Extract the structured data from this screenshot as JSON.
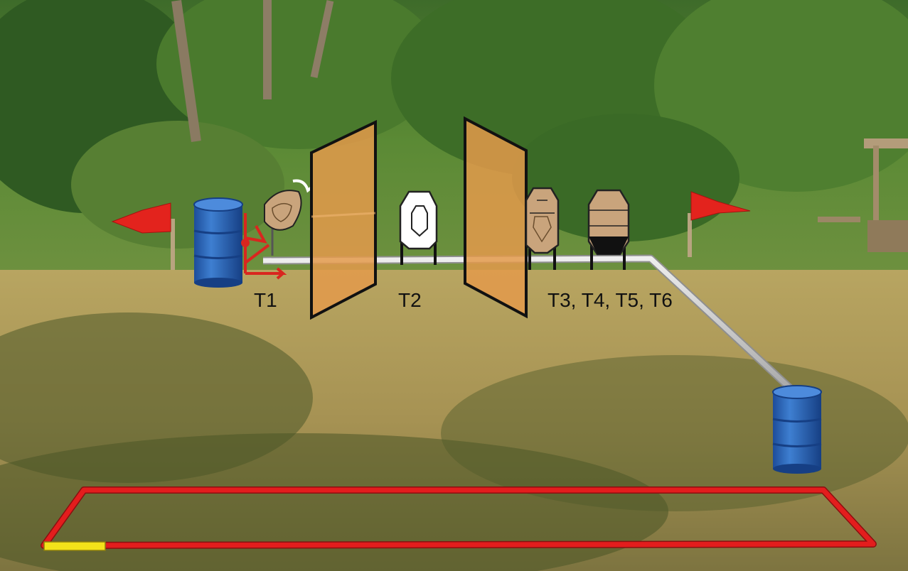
{
  "scene": {
    "kind": "shooting-stage-diagram",
    "target_labels": [
      {
        "text": "T1"
      },
      {
        "text": "T2"
      },
      {
        "text": "T3, T4, T5, T6"
      }
    ],
    "colors": {
      "fault_line": "#e31d1d",
      "start_marker": "#f3e21a",
      "barrel": "#2a63b8",
      "barricade": "#e39a4b",
      "flag": "#e3231d",
      "cardboard_target": "#c9a47c",
      "steel_white": "#ffffff",
      "steel_black": "#111111",
      "mover_rail": "#cfcfcf"
    },
    "icons": [
      "barrel-icon",
      "flag-icon",
      "paper-target-icon",
      "steel-popper-icon",
      "swinger-target-icon",
      "barricade-wall",
      "shooting-box"
    ]
  }
}
